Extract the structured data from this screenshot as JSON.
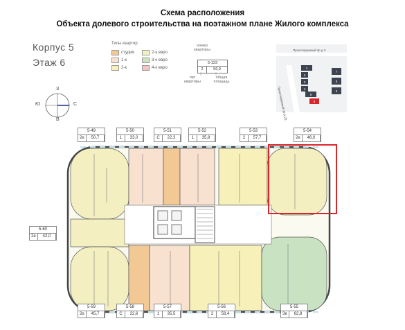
{
  "header": {
    "line1": "Схема расположения",
    "line2": "Объекта долевого строительства на поэтажном плане Жилого комплекса"
  },
  "building": {
    "korpus": "Корпус 5",
    "floor": "Этаж 6"
  },
  "legend": {
    "title": "Типы квартир",
    "items": [
      {
        "label": "студия",
        "color": "#f2c895"
      },
      {
        "label": "1-к",
        "color": "#f9e1cf"
      },
      {
        "label": "2-к",
        "color": "#f7f0b8"
      },
      {
        "label": "2-к евро",
        "color": "#f4efc1"
      },
      {
        "label": "3-к евро",
        "color": "#c9e3c2"
      },
      {
        "label": "4-к евро",
        "color": "#f3c6c4"
      }
    ]
  },
  "key": {
    "number_label": "номер\nквартиры",
    "code": "5-123",
    "rooms": "2",
    "area": "56,0",
    "type_label": "тип\nквартиры",
    "area_label": "общая\nплощадь"
  },
  "compass": {
    "n": "З",
    "s": "В",
    "w": "Ю",
    "e": "С"
  },
  "minimap": {
    "road_top": "Проектируемый пр-д 3",
    "road_side": "Проектируемый пр-д 28",
    "buildings": [
      "1",
      "2",
      "3",
      "4",
      "5",
      "6",
      "7",
      "8",
      "9"
    ]
  },
  "apartments": [
    {
      "code": "5-49",
      "type": "2е",
      "area": "50,7"
    },
    {
      "code": "5-50",
      "type": "1",
      "area": "33,0"
    },
    {
      "code": "5-51",
      "type": "С",
      "area": "22,3"
    },
    {
      "code": "5-52",
      "type": "1",
      "area": "35,8"
    },
    {
      "code": "5-53",
      "type": "2",
      "area": "57,7"
    },
    {
      "code": "5-54",
      "type": "2е",
      "area": "46,0"
    },
    {
      "code": "5-60",
      "type": "2е",
      "area": "42,0"
    },
    {
      "code": "5-59",
      "type": "2е",
      "area": "45,7"
    },
    {
      "code": "5-58",
      "type": "С",
      "area": "22,6"
    },
    {
      "code": "5-57",
      "type": "1",
      "area": "35,5"
    },
    {
      "code": "5-56",
      "type": "2",
      "area": "58,4"
    },
    {
      "code": "5-55",
      "type": "3е",
      "area": "62,8"
    }
  ],
  "colors": {
    "highlight": "#d9262b",
    "wall": "#4a4a4a",
    "core": "#ffffff"
  }
}
